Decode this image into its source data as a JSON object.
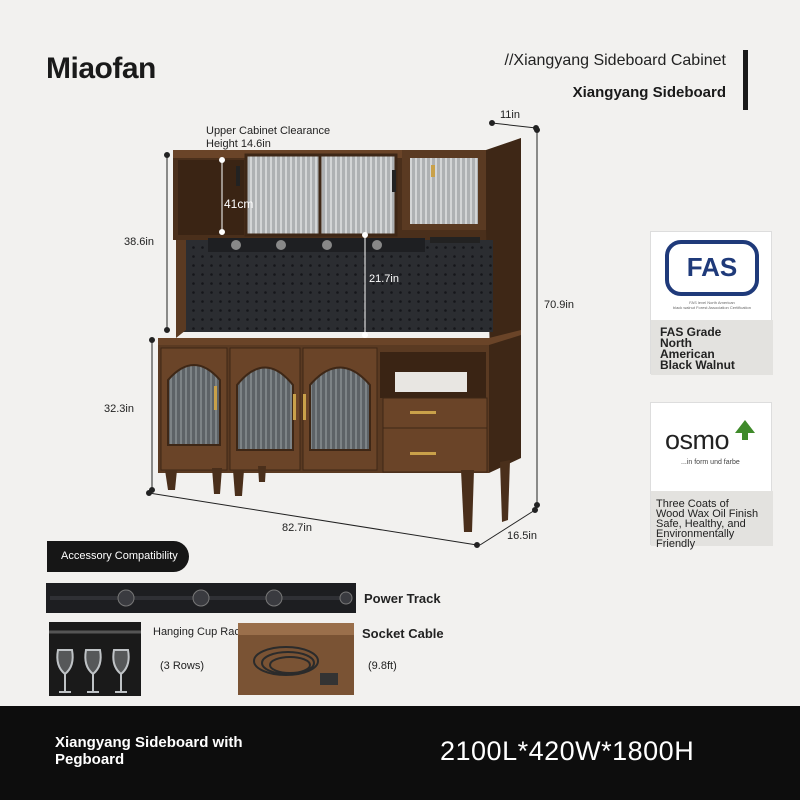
{
  "header": {
    "brand": "Miaofan",
    "subtitle": "//Xiangyang Sideboard Cabinet",
    "product_name": "Xiangyang Sideboard"
  },
  "dimensions": {
    "top_depth": "11in",
    "upper_clearance": "Upper Cabinet Clearance\nHeight 14.6in",
    "inner_height": "41cm",
    "pegboard_height": "21.7in",
    "upper_height": "38.6in",
    "total_height": "70.9in",
    "lower_height": "32.3in",
    "width": "82.7in",
    "depth": "16.5in"
  },
  "certifications": [
    {
      "logo": "FAS",
      "small_text": "FAS level North American\nblack walnut Forest Association Certification",
      "label": "FAS Grade\nNorth\nAmerican\nBlack Walnut"
    },
    {
      "logo": "osmo",
      "tagline": "...in form und farbe",
      "label": "Three Coats of\nWood Wax Oil Finish\nSafe, Healthy, and\nEnvironmentally\nFriendly"
    }
  ],
  "accessories": {
    "title": "Accessory Compatibility",
    "power_track": "Power Track",
    "cup_rack": "Hanging Cup Rack",
    "cup_rack_note": "(3 Rows)",
    "socket_cable": "Socket Cable",
    "socket_cable_note": "(9.8ft)"
  },
  "footer": {
    "left": "Xiangyang Sideboard with Pegboard",
    "right": "2100L*420W*1800H"
  },
  "colors": {
    "walnut": "#5a3a22",
    "walnut_dark": "#3e2716",
    "pegboard": "#2b2d31",
    "fas_blue": "#1f3a7a",
    "osmo_green": "#3f8a2a",
    "footer_bg": "#0d0d0d"
  }
}
